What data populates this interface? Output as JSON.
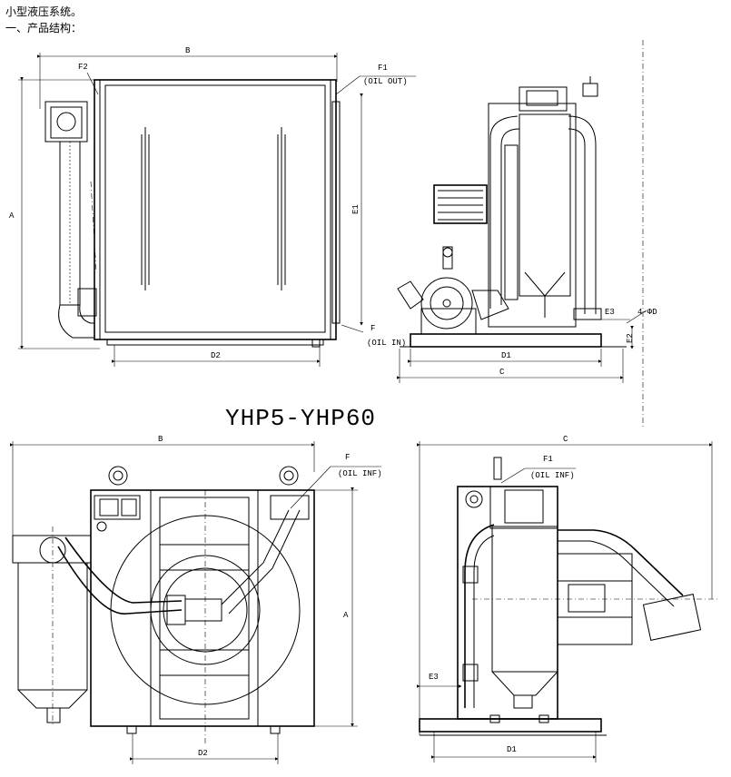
{
  "header": {
    "line1": "小型液压系统。",
    "line2": "一、产品结构："
  },
  "model_title": "YHP5-YHP60",
  "top_front": {
    "dim_B": "B",
    "dim_A": "A",
    "dim_E1": "E1",
    "dim_D2": "D2",
    "label_F2": "F2",
    "label_F1": "F1",
    "label_oil_out": "(OIL OUT)",
    "label_F": "F",
    "label_oil_in": "(OIL IN)"
  },
  "top_side": {
    "dim_D1": "D1",
    "dim_C": "C",
    "dim_E3": "E3",
    "dim_E2": "E2",
    "label_phiD": "4-ΦD"
  },
  "bottom_front": {
    "dim_B": "B",
    "dim_A": "A",
    "dim_D2": "D2",
    "label_F": "F",
    "label_oil_inf": "(OIL INF)"
  },
  "bottom_side": {
    "dim_C": "C",
    "dim_E3": "E3",
    "dim_D1": "D1",
    "label_F1": "F1",
    "label_oil_inf": "(OIL INF)"
  }
}
